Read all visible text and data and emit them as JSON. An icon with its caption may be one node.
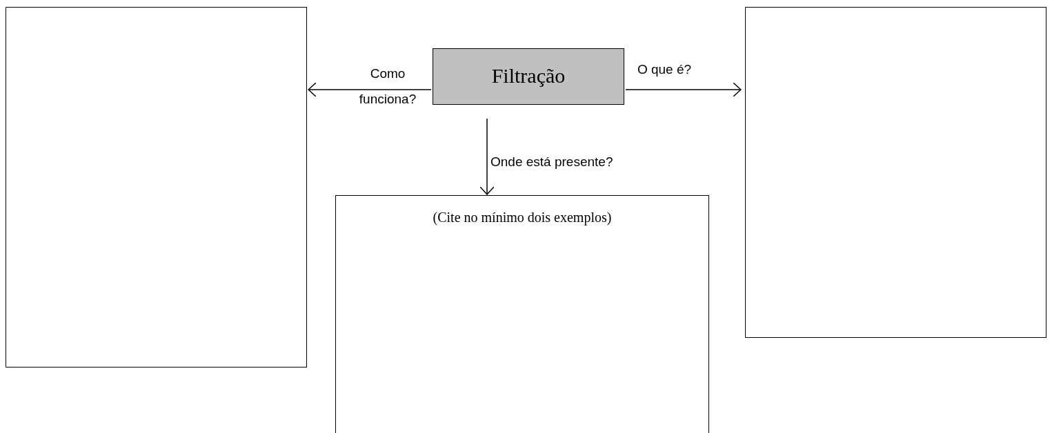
{
  "diagram": {
    "nodes": [
      {
        "text": [],
        "shape": "box"
      },
      {
        "text": [
          "Filtração"
        ]
      },
      {
        "text": [],
        "shape": "box"
      },
      {
        "text": [
          "(Cite no mínimo dois exemplos)"
        ]
      }
    ],
    "edges": [
      {
        "from": 1,
        "to": 0,
        "arrow": "to",
        "label": "Como funciona?"
      },
      {
        "from": 1,
        "to": 2,
        "arrow": "to",
        "label": "O que é?"
      },
      {
        "from": 1,
        "to": 3,
        "arrow": "to",
        "label": "Onde está presente?"
      }
    ]
  }
}
